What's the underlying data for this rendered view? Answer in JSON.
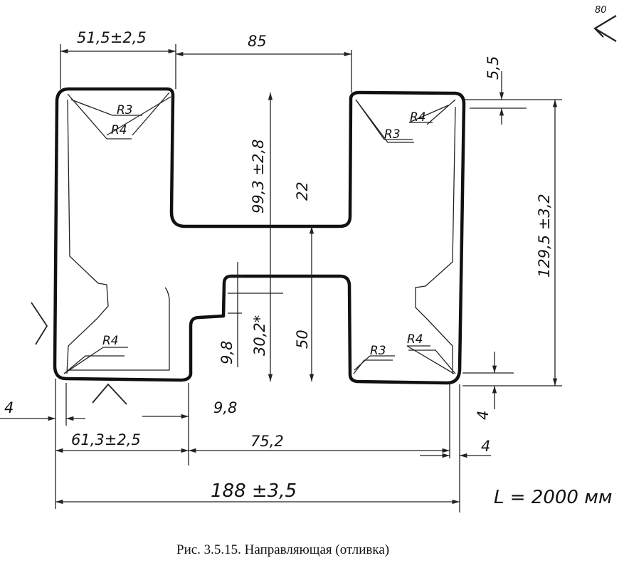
{
  "figure": {
    "caption": "Рис. 3.5.15. Направляющая (отливка)",
    "length_note": "L = 2000 мм",
    "roughness": "80"
  },
  "dimensions": {
    "top_left_width": "51,5±2,5",
    "top_gap": "85",
    "top_step": "5,5",
    "groove_depth": "99,3 ±2,8",
    "web": "22",
    "overall_height": "129,5 ±3,2",
    "lower_step": "30,2*",
    "lower_height": "50",
    "step_small": "9,8",
    "step_bottom": "9,8",
    "left_offset": "4",
    "bottom_left_width": "61,3±2,5",
    "bottom_middle": "75,2",
    "right_offset": "4",
    "bottom_right_step": "4",
    "overall_width": "188 ±3,5"
  },
  "radii": {
    "tl_r3": "R3",
    "tl_r4": "R4",
    "tr_r4": "R4",
    "tr_r3": "R3",
    "bl_r4": "R4",
    "br_r3": "R3",
    "br_r4": "R4"
  }
}
